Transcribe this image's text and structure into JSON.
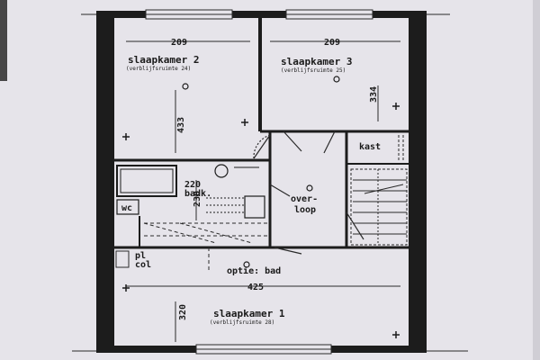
{
  "rooms": {
    "slaapkamer2": {
      "name": "slaapkamer 2",
      "sub": "(verblijfsruimte 24)",
      "width_dim": "209",
      "height_dim": "433"
    },
    "slaapkamer3": {
      "name": "slaapkamer 3",
      "sub": "(verblijfsruimte 25)",
      "width_dim": "209",
      "height_dim": "334"
    },
    "badk": {
      "dim": "220",
      "name": "badk.",
      "dim2": "230"
    },
    "wc": {
      "name": "wc"
    },
    "kast": {
      "name": "kast"
    },
    "overloop": {
      "line1": "over-",
      "line2": "loop"
    },
    "pl_col": {
      "line1": "pl",
      "line2": "col"
    },
    "optie": {
      "text": "optie: bad"
    },
    "slaapkamer1": {
      "name": "slaapkamer 1",
      "sub": "(verblijfsruimte 28)",
      "width_dim": "425",
      "height_dim": "320"
    }
  },
  "colors": {
    "wall": "#1c1c1c",
    "paper": "#e6e4ea",
    "line": "#2a2a2a"
  }
}
